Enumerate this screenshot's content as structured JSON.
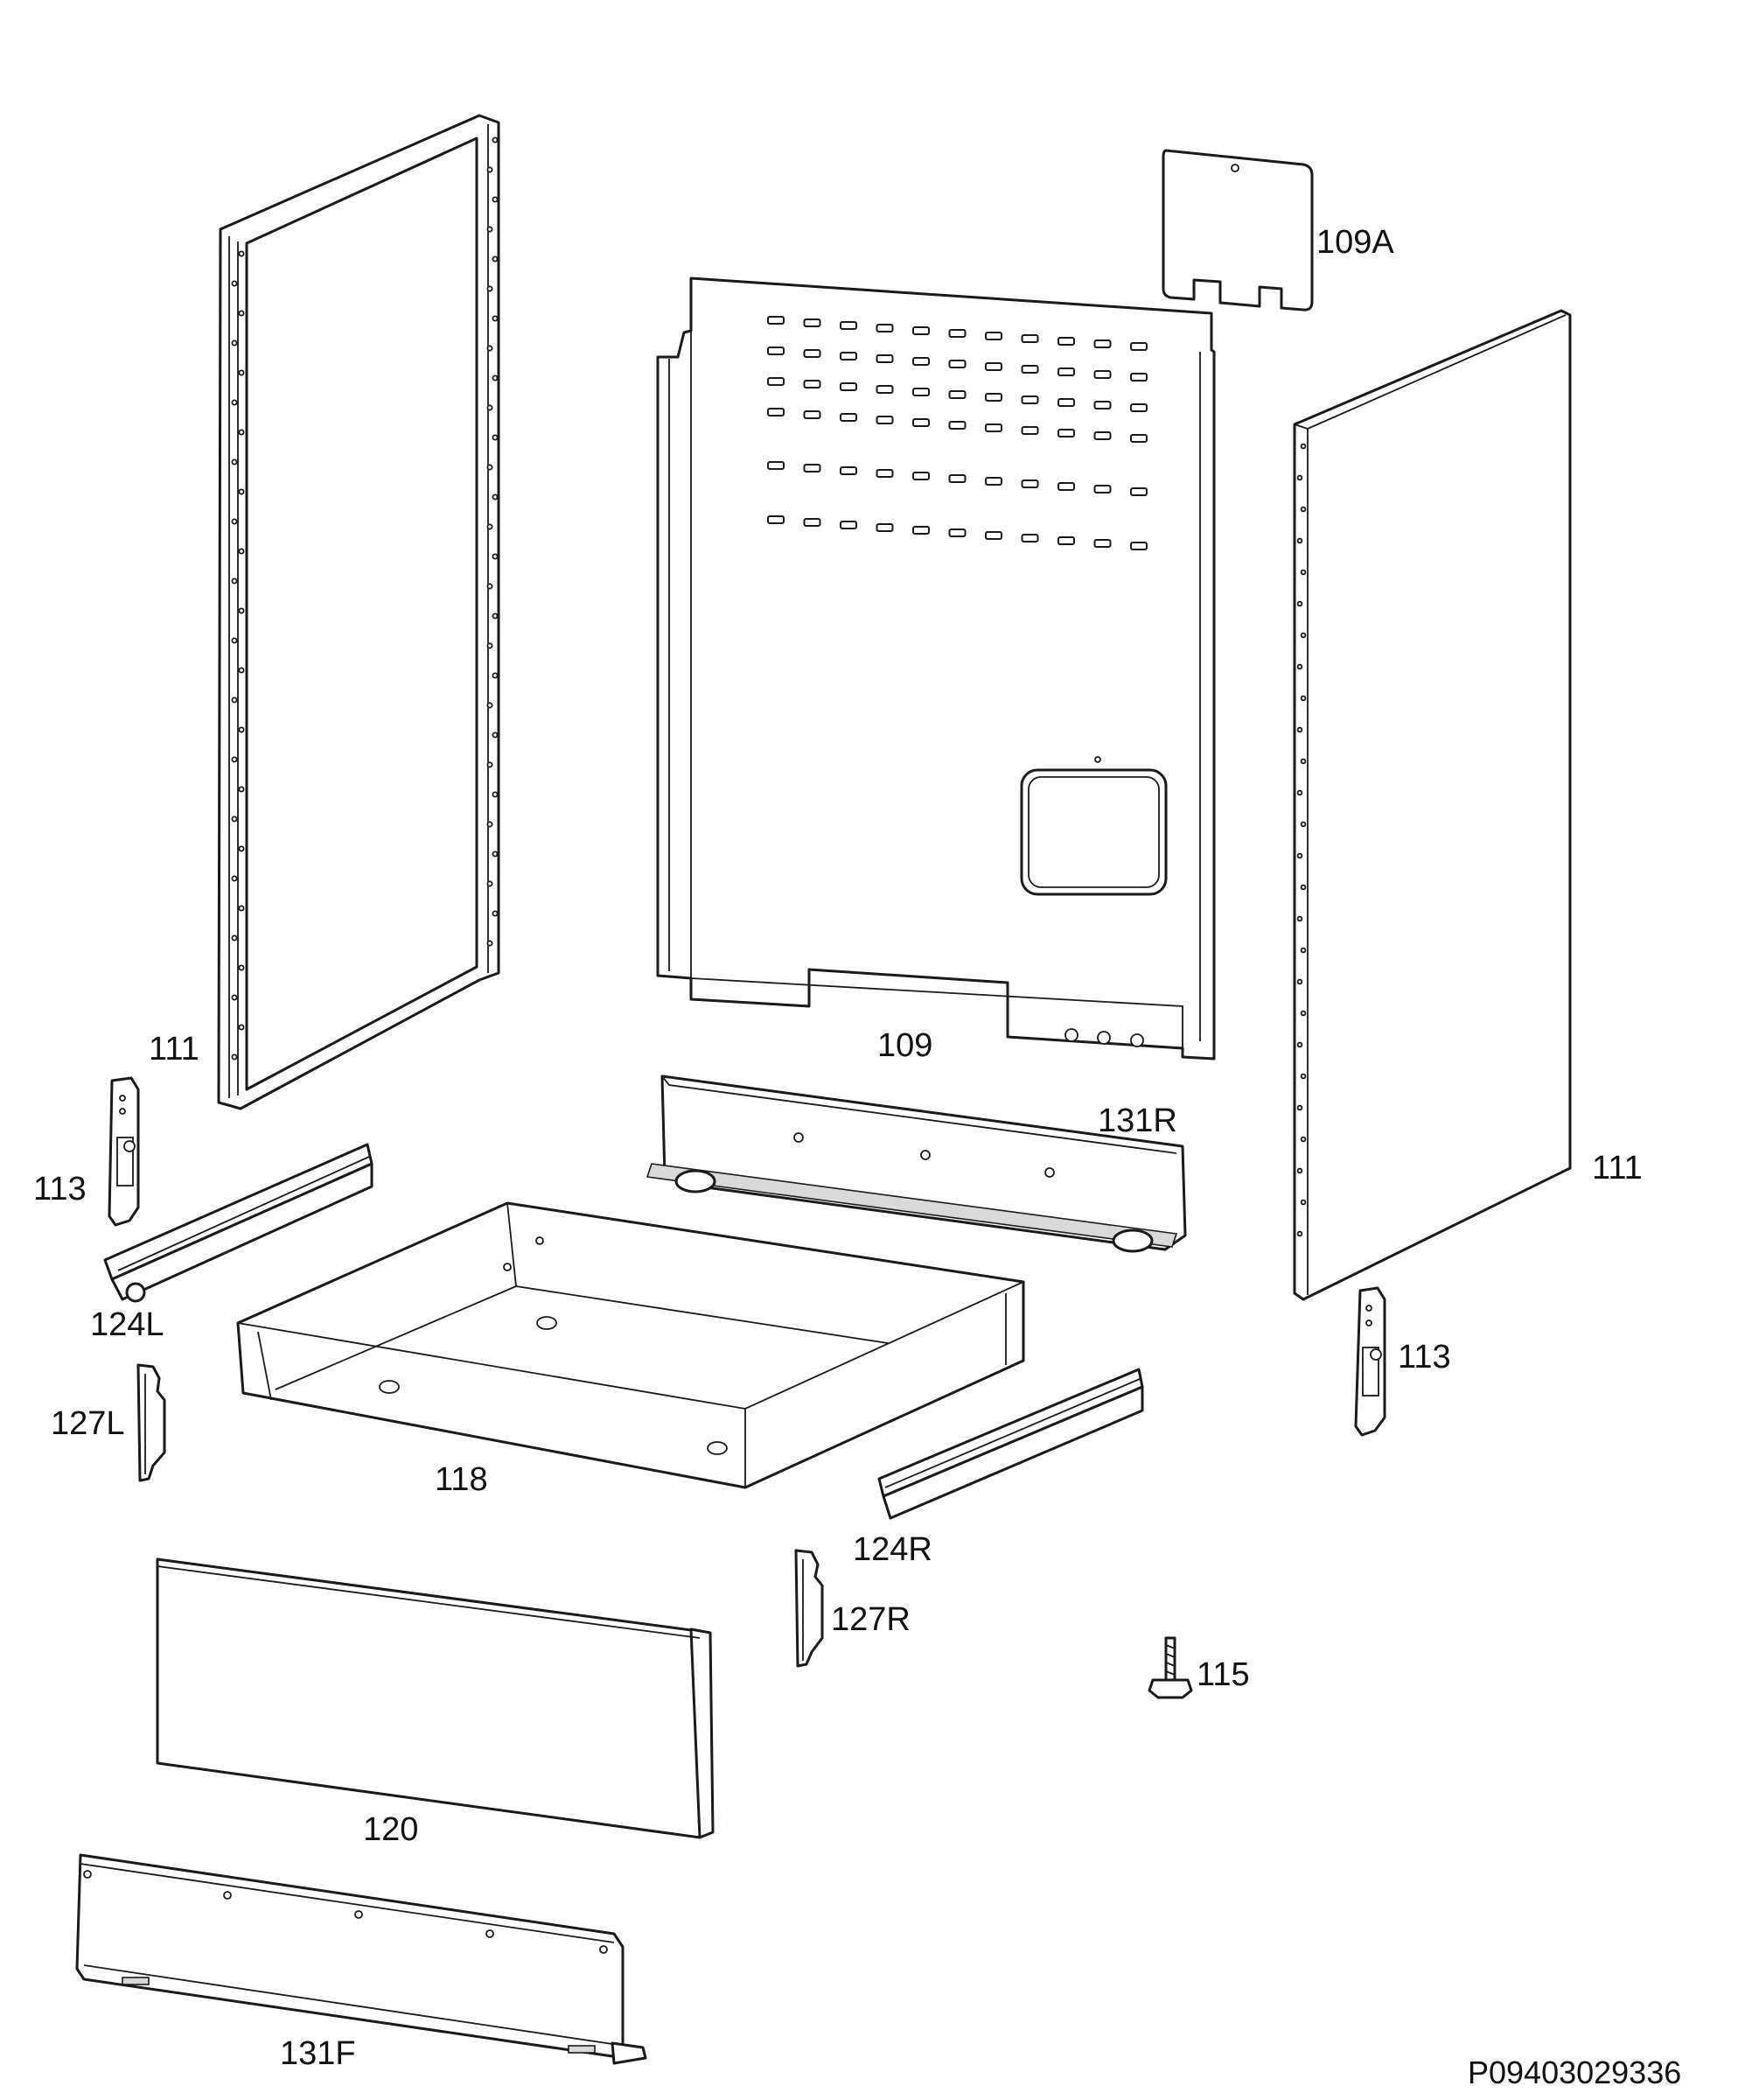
{
  "diagram": {
    "part_labels": {
      "p109A": "109A",
      "p109": "109",
      "p111_left": "111",
      "p111_right": "111",
      "p113_left": "113",
      "p113_right": "113",
      "p131R": "131R",
      "p124L": "124L",
      "p124R": "124R",
      "p127L": "127L",
      "p127R": "127R",
      "p118": "118",
      "p115": "115",
      "p120": "120",
      "p131F": "131F"
    },
    "drawing_code": "P09403029336"
  }
}
